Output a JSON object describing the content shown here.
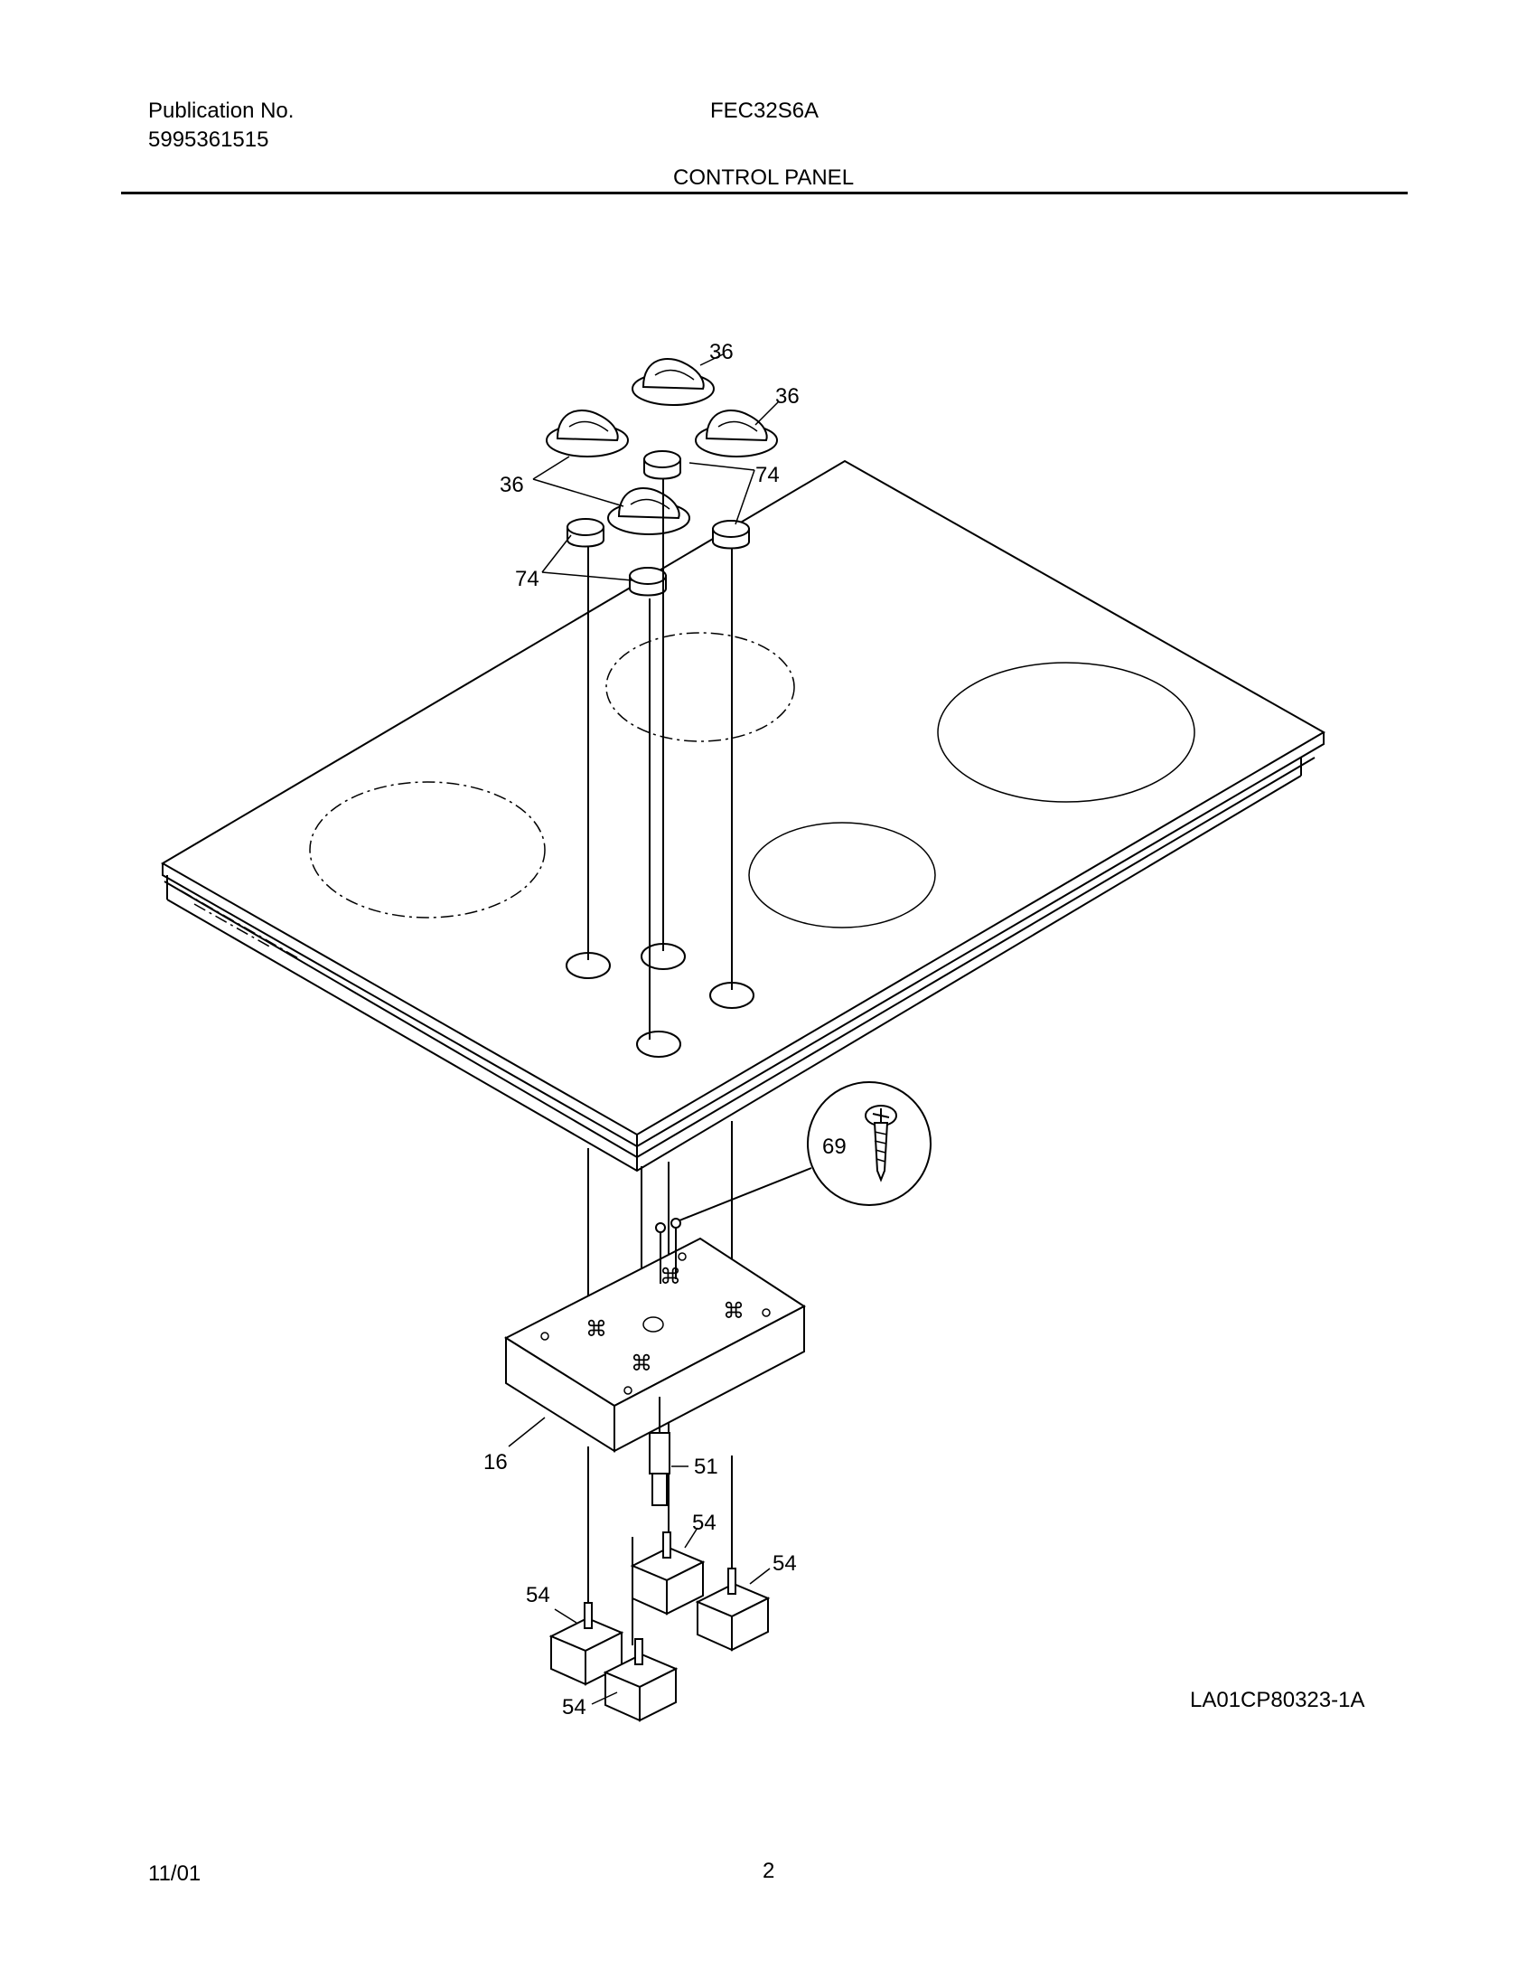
{
  "header": {
    "publication_label": "Publication No.",
    "publication_number": "5995361515",
    "model": "FEC32S6A",
    "section_title": "CONTROL PANEL"
  },
  "callouts": {
    "knob": "36",
    "bezel": "74",
    "screw": "69",
    "bracket": "16",
    "switch_small": "51",
    "switch": "54"
  },
  "drawing_id": "LA01CP80323-1A",
  "footer": {
    "date": "11/01",
    "page": "2"
  }
}
